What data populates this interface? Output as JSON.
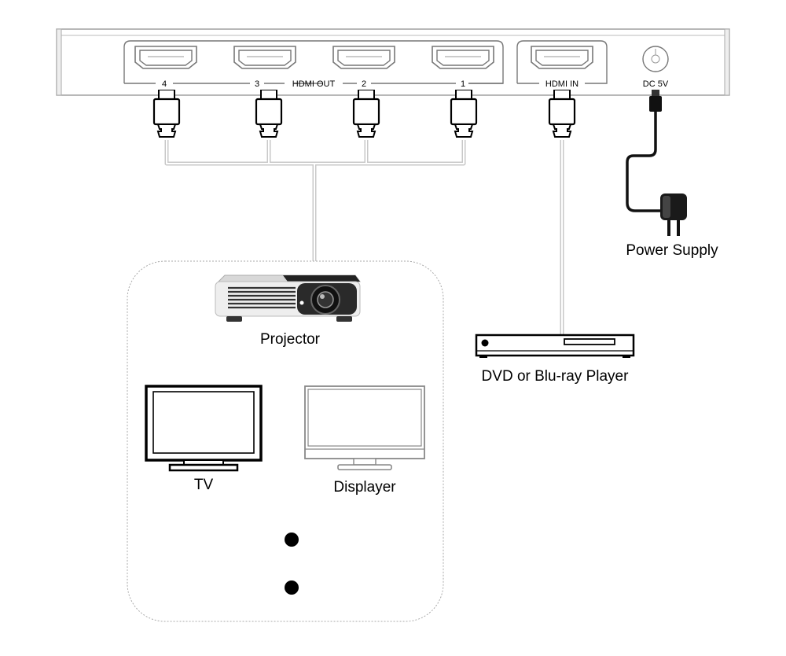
{
  "splitter": {
    "out_ports": [
      "4",
      "3",
      "2",
      "1"
    ],
    "out_label": "HDMI OUT",
    "in_label": "HDMI IN",
    "power_label": "DC 5V"
  },
  "devices": {
    "power_supply": "Power Supply",
    "player": "DVD or Blu-ray Player",
    "projector": "Projector",
    "tv": "TV",
    "displayer": "Displayer"
  },
  "colors": {
    "outline": "#888888",
    "cable": "#cccccc",
    "dark": "#222222",
    "ink": "#000000"
  }
}
